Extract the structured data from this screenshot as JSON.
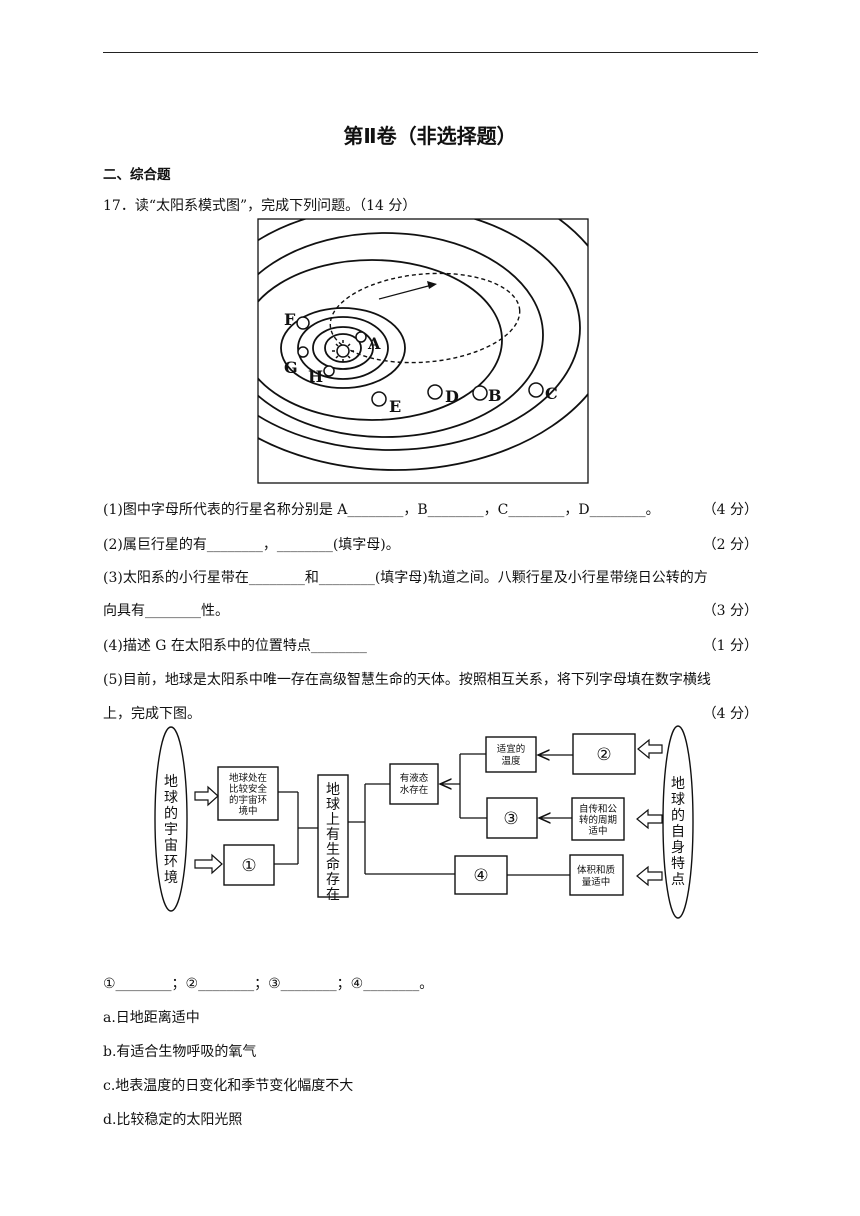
{
  "title": "第Ⅱ卷（非选择题）",
  "section": "二、综合题",
  "q17": {
    "stem": "17．读“太阳系模式图”，完成下列问题。（14 分）",
    "figure_labels": [
      "A",
      "B",
      "C",
      "D",
      "E",
      "F",
      "G",
      "H"
    ],
    "q1": {
      "text": "(1)图中字母所代表的行星名称分别是 A________，B________，C________，D________。",
      "points": "（4 分）"
    },
    "q2": {
      "text": "(2)属巨行星的有________，________(填字母)。",
      "points": "（2 分）"
    },
    "q3a": "(3)太阳系的小行星带在________和________(填字母)轨道之间。八颗行星及小行星带绕日公转的方",
    "q3b": {
      "text": "向具有________性。",
      "points": "（3 分）"
    },
    "q4": {
      "text": "(4)描述 G 在太阳系中的位置特点________",
      "points": "（1 分）"
    },
    "q5a": "(5)目前，地球是太阳系中唯一存在高级智慧生命的天体。按照相互关系，将下列字母填在数字横线",
    "q5b": {
      "text": "上，完成下图。",
      "points": "（4 分）"
    }
  },
  "diagram": {
    "left_ellipse": "地球的宇宙环境",
    "right_ellipse": "地球的自身特点",
    "center": "地球上有生命存在",
    "safe_env": [
      "地球处在",
      "比较安全",
      "的宇宙环",
      "境中"
    ],
    "liquid_water": [
      "有液态",
      "水存在"
    ],
    "temp": [
      "适宜的",
      "温度"
    ],
    "rotation": [
      "自传和公",
      "转的周期",
      "适中"
    ],
    "volume": [
      "体积和质",
      "量适中"
    ],
    "circles": [
      "①",
      "②",
      "③",
      "④"
    ]
  },
  "answer_line": "①________；②________；③________；④________。",
  "choices": [
    "a.日地距离适中",
    "b.有适合生物呼吸的氧气",
    "c.地表温度的日变化和季节变化幅度不大",
    "d.比较稳定的太阳光照"
  ]
}
